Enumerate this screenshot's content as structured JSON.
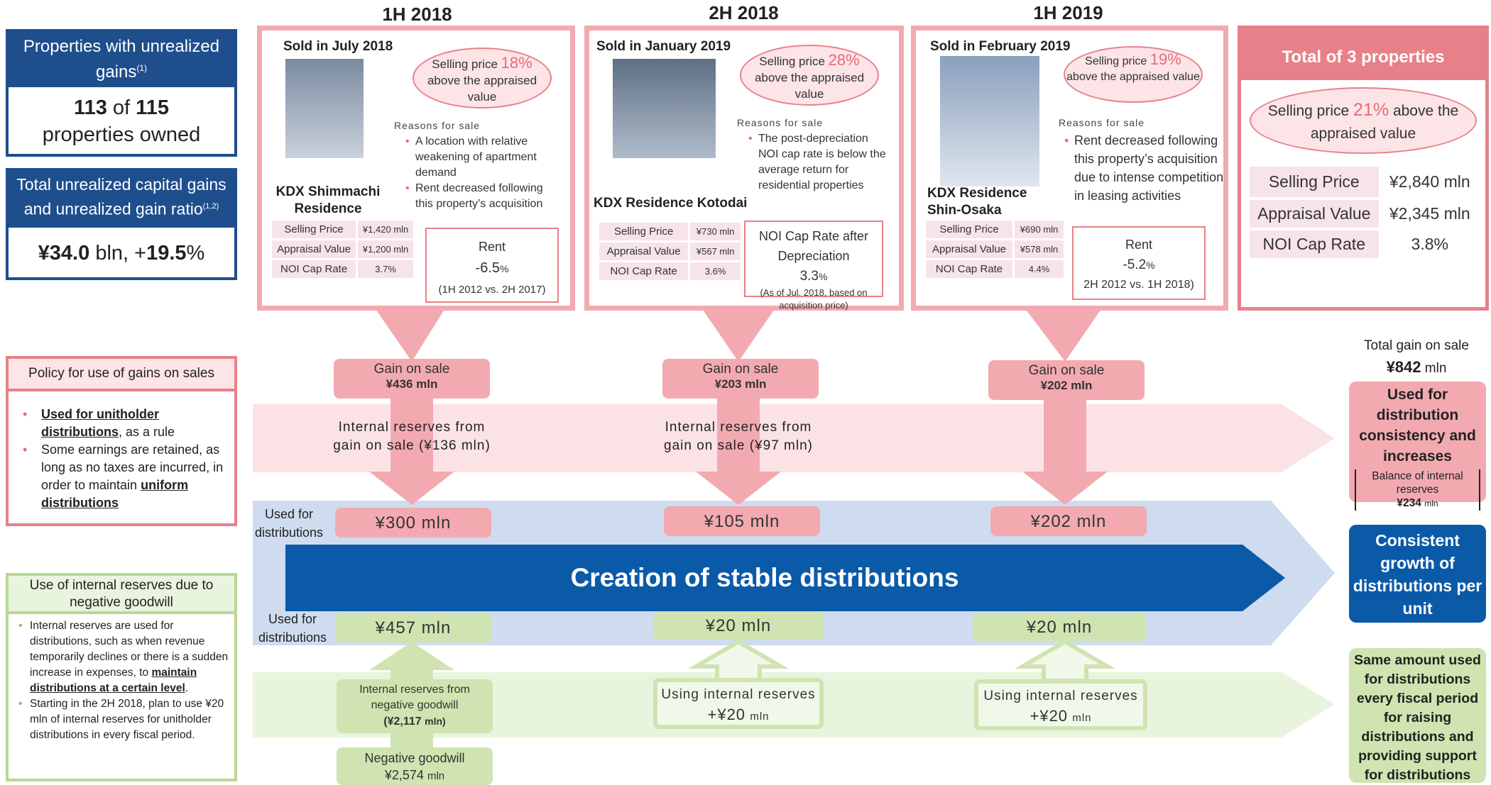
{
  "left": {
    "unrealized_title": "Properties with unrealized gains",
    "unrealized_note": "(1)",
    "unrealized_num1": "113",
    "unrealized_of": "of",
    "unrealized_num2": "115",
    "unrealized_tail": "properties owned",
    "gains_title": "Total unrealized capital gains and unrealized gain ratio",
    "gains_note": "(1,2)",
    "gains_value": "¥34.0",
    "gains_unit": "bln, +",
    "gains_ratio": "19.5",
    "gains_pct": "%",
    "policy_title": "Policy for use of gains on sales",
    "policy_b1_bold": "Used for unitholder distributions",
    "policy_b1_rest": ", as a rule",
    "policy_b2_a": "Some earnings are retained, as long as no taxes are incurred, in order to maintain ",
    "policy_b2_bold": "uniform distributions",
    "reserves_title": "Use of internal reserves due to negative goodwill",
    "reserves_b1_a": "Internal reserves are used for distributions, such as when revenue temporarily declines or there is a sudden increase in expenses, to ",
    "reserves_b1_bold": "maintain distributions at a certain level",
    "reserves_b1_end": ".",
    "reserves_b2": "Starting in the 2H 2018, plan to use ¥20 mln of internal reserves for unitholder distributions in every fiscal period."
  },
  "periods": [
    {
      "label": "1H 2018",
      "sold": "Sold in July 2018",
      "sell_text1": "Selling price",
      "sell_pct": "18%",
      "sell_text2": "above the appraised value",
      "reasons_h": "Reasons for sale",
      "reasons": [
        "A location with relative weakening of apartment demand",
        "Rent decreased following this property’s acquisition"
      ],
      "name": "KDX Shimmachi Residence",
      "rows": [
        [
          "Selling Price",
          "¥1,420 mln"
        ],
        [
          "Appraisal Value",
          "¥1,200 mln"
        ],
        [
          "NOI Cap Rate",
          "3.7%"
        ]
      ],
      "box_title": "Rent",
      "box_value": "-6.5",
      "box_pct": "%",
      "box_note": "(1H 2012 vs. 2H 2017)",
      "gain_label": "Gain on sale",
      "gain_value": "¥436 mln",
      "reserve_text": "Internal reserves from gain on sale (¥136 mln)",
      "dist_value": "¥300 mln",
      "green_value": "¥457 mln"
    },
    {
      "label": "2H 2018",
      "sold": "Sold in January 2019",
      "sell_text1": "Selling price",
      "sell_pct": "28%",
      "sell_text2": "above the appraised value",
      "reasons_h": "Reasons for sale",
      "reasons": [
        "The post-depreciation NOI cap rate is below the average return for residential properties"
      ],
      "name": "KDX Residence Kotodai",
      "rows": [
        [
          "Selling Price",
          "¥730 mln"
        ],
        [
          "Appraisal Value",
          "¥567 mln"
        ],
        [
          "NOI Cap Rate",
          "3.6%"
        ]
      ],
      "box_title": "NOI Cap Rate after Depreciation",
      "box_value": "3.3",
      "box_pct": "%",
      "box_note": "(As of Jul. 2018, based on acquisition price)",
      "gain_label": "Gain on sale",
      "gain_value": "¥203 mln",
      "reserve_text": "Internal reserves from gain on sale (¥97 mln)",
      "dist_value": "¥105 mln",
      "green_value": "¥20 mln",
      "using_text": "Using internal reserves",
      "using_value": "+¥20",
      "using_unit": "mln"
    },
    {
      "label": "1H 2019",
      "sold": "Sold in February  2019",
      "sell_text1": "Selling price",
      "sell_pct": "19%",
      "sell_text2": "above the appraised value",
      "reasons_h": "Reasons for sale",
      "reasons": [
        "Rent decreased following this property’s acquisition due to intense competition in leasing activities"
      ],
      "name": "KDX Residence Shin-Osaka",
      "rows": [
        [
          "Selling Price",
          "¥690 mln"
        ],
        [
          "Appraisal Value",
          "¥578 mln"
        ],
        [
          "NOI Cap Rate",
          "4.4%"
        ]
      ],
      "box_title": "Rent",
      "box_value": "-5.2",
      "box_pct": "%",
      "box_note": "2H 2012 vs. 1H 2018)",
      "gain_label": "Gain on sale",
      "gain_value": "¥202 mln",
      "dist_value": "¥202 mln",
      "green_value": "¥20 mln",
      "using_text": "Using internal reserves",
      "using_value": "+¥20",
      "using_unit": "mln"
    }
  ],
  "right": {
    "total_title": "Total of 3 properties",
    "total_sell1": "Selling price",
    "total_pct": "21%",
    "total_sell2": "above the appraised value",
    "rows": [
      [
        "Selling Price",
        "¥2,840 mln"
      ],
      [
        "Appraisal Value",
        "¥2,345 mln"
      ],
      [
        "NOI Cap Rate",
        "3.8%"
      ]
    ],
    "total_gain_a": "Total gain on sale",
    "total_gain_b": "¥842",
    "total_gain_c": "mln",
    "used_for": "Used for distribution consistency and increases",
    "balance": "Balance of internal reserves",
    "balance_val": "¥234",
    "balance_unit": "mln",
    "consistent": "Consistent growth of distributions per unit",
    "same_amount": "Same amount used for distributions every fiscal period for raising distributions and providing support for distributions"
  },
  "center": {
    "main_arrow": "Creation of stable distributions",
    "used_for_dist": "Used for distributions",
    "used_for_dist2": "Used for distributions",
    "reserves_ng": "Internal reserves from negative goodwill",
    "reserves_ng_val": "(¥2,117",
    "reserves_ng_unit": "mln)",
    "neg_goodwill": "Negative goodwill",
    "neg_goodwill_val": "¥2,574",
    "neg_goodwill_unit": "mln"
  },
  "colors": {
    "navy": "#1f4e8c",
    "main_blue": "#0b5aa8",
    "pink": "#f2aab0",
    "pink_dark": "#e46d78",
    "green": "#cfe4b0",
    "red_head": "#e8808a"
  }
}
